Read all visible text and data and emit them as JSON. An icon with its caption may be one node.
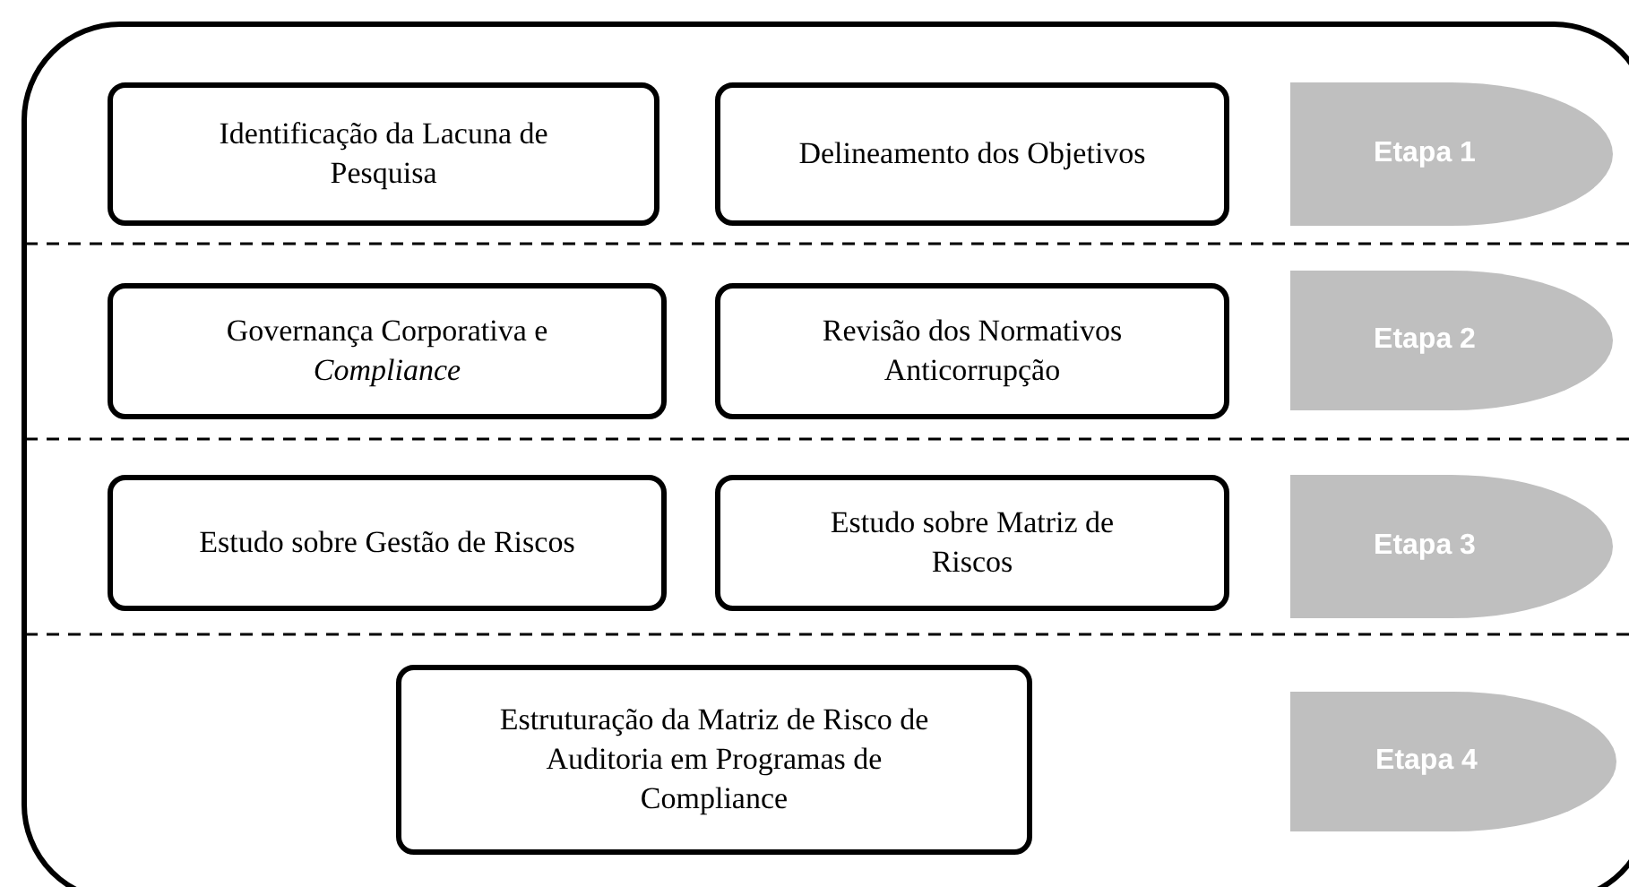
{
  "diagram": {
    "nodes": [
      {
        "text": [],
        "shape": "box"
      },
      {
        "text": [
          "Identificação da Lacuna de Pesquisa"
        ],
        "in": 0
      },
      {
        "text": [
          "Delineamento dos Objetivos"
        ],
        "in": 0
      },
      {
        "text": [
          "Etapa 1"
        ],
        "in": 0
      },
      {
        "text": [
          "Governança Corporativa e *Compliance*"
        ],
        "in": 0
      },
      {
        "text": [
          "Revisão dos Normativos Anticorrupção"
        ],
        "in": 0
      },
      {
        "text": [
          "Etapa 2"
        ],
        "in": 0
      },
      {
        "text": [
          "Estudo sobre Gestão de Riscos"
        ],
        "in": 0
      },
      {
        "text": [
          "Estudo sobre Matriz de Riscos"
        ],
        "in": 0
      },
      {
        "text": [
          "Etapa 3"
        ],
        "in": 0
      },
      {
        "text": [
          "Estruturação da Matriz de Risco de Auditoria em Programas de Compliance"
        ],
        "in": 0
      },
      {
        "text": [
          "Etapa 4"
        ],
        "in": 0
      }
    ],
    "edges": []
  }
}
